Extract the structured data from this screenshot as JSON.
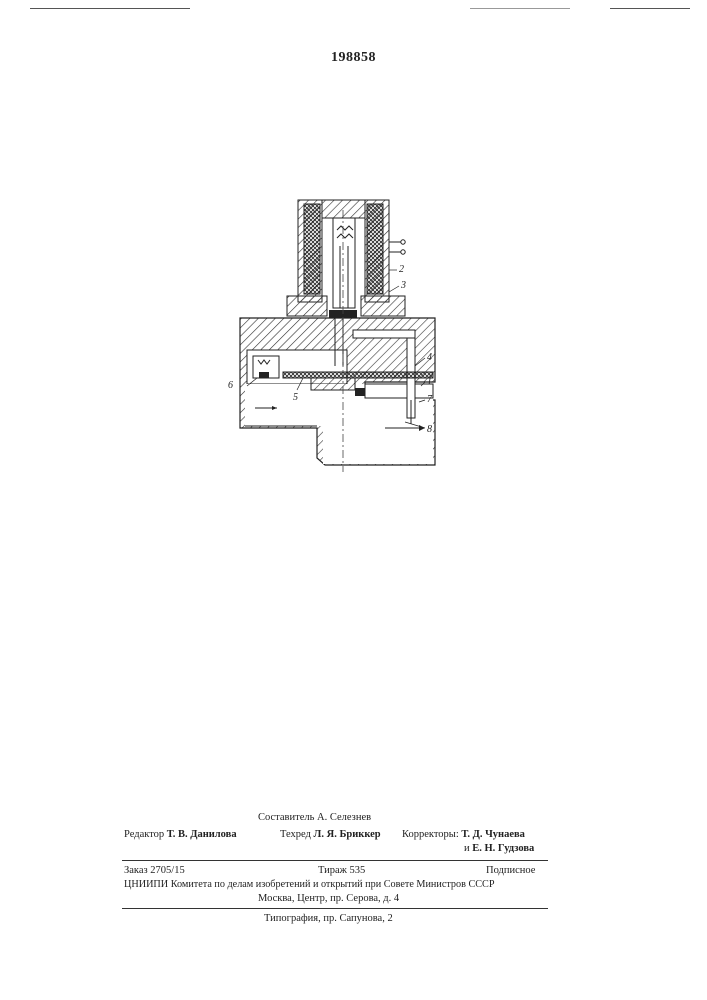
{
  "patent_number": "198858",
  "drawing": {
    "labels": [
      "2",
      "3",
      "4",
      "1",
      "7",
      "8",
      "6",
      "5"
    ]
  },
  "imprint": {
    "compiler": "Составитель А. Селезнев",
    "editor_prefix": "Редактор",
    "editor_name": "Т. В. Данилова",
    "techred_prefix": "Техред",
    "techred_name": "Л. Я. Бриккер",
    "correctors_prefix": "Корректоры:",
    "corrector1": "Т. Д. Чунаева",
    "corrector2_prefix": "и",
    "corrector2": "Е. Н. Гудзова",
    "order": "Заказ 2705/15",
    "circulation": "Тираж 535",
    "subscription": "Подписное",
    "institute": "ЦНИИПИ Комитета по делам изобретений и открытий при Совете Министров СССР",
    "address": "Москва, Центр, пр. Серова, д. 4",
    "printer": "Типография, пр. Сапунова, 2"
  }
}
